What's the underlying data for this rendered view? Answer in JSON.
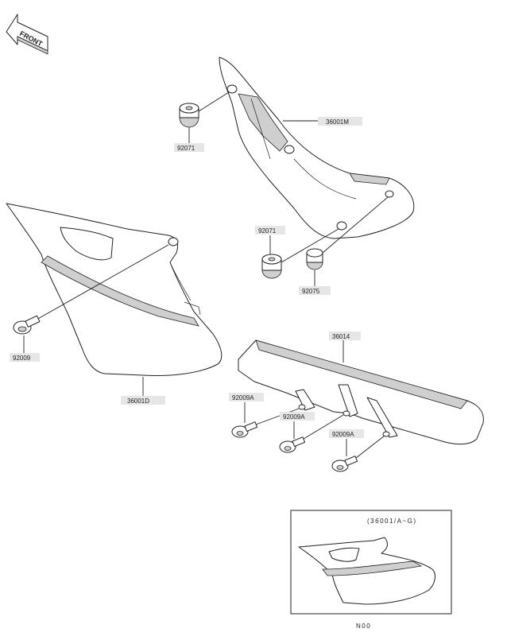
{
  "front_arrow": {
    "label": "FRONT"
  },
  "callouts": {
    "grommet_upper": "92071",
    "frame_cover": "36001M",
    "grommet_lower": "92071",
    "collar": "92075",
    "bolt_side": "92009",
    "side_cover": "36001D",
    "chain_guard": "36014",
    "bolt_a1": "92009A",
    "bolt_a2": "92009A",
    "bolt_a3": "92009A"
  },
  "inset": {
    "caption": "(36001/A~G)",
    "footer": "N00"
  }
}
